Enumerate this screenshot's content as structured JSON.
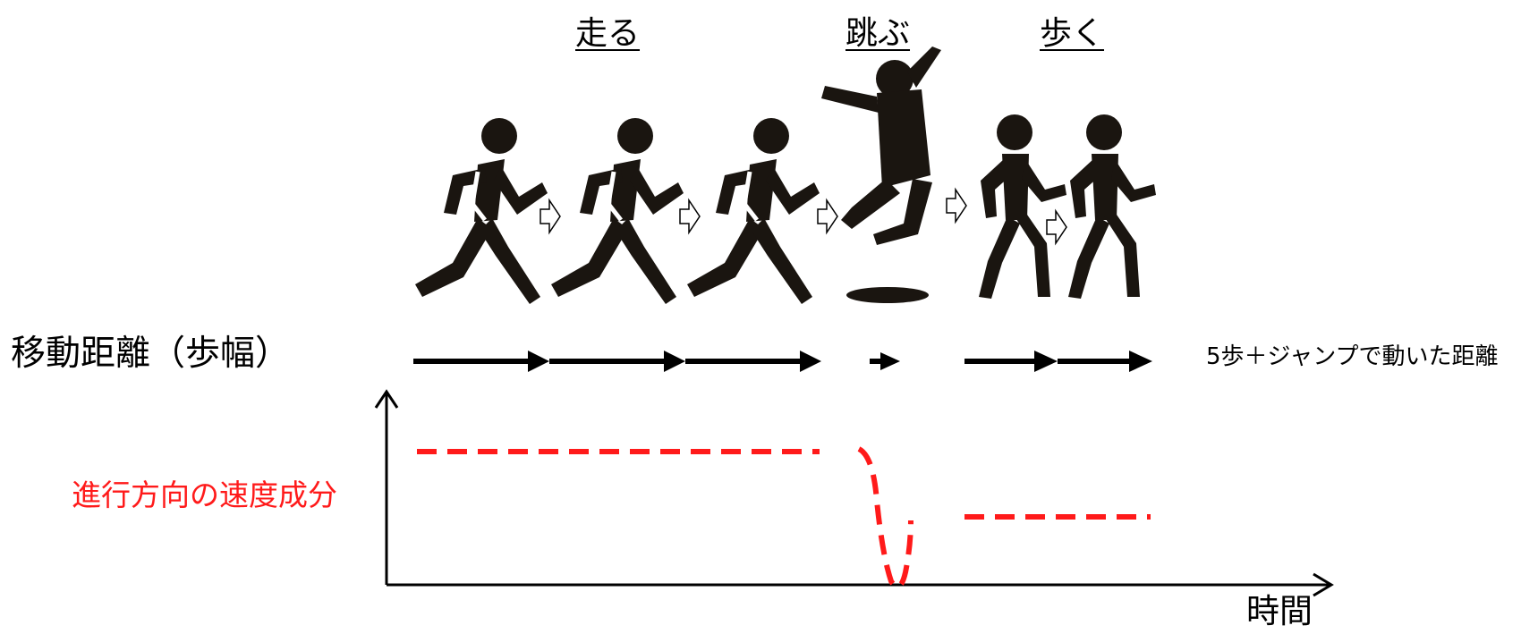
{
  "phases": {
    "run": "走る",
    "jump": "跳ぶ",
    "walk": "歩く"
  },
  "row_label": "移動距離（歩幅）",
  "distance_note": "5歩＋ジャンプで動いた距離",
  "speed_label": "進行方向の速度成分",
  "time_axis_label": "時間",
  "colors": {
    "figure": "#1a1510",
    "speed_line": "#ff1a1a",
    "arrow": "#000000"
  }
}
